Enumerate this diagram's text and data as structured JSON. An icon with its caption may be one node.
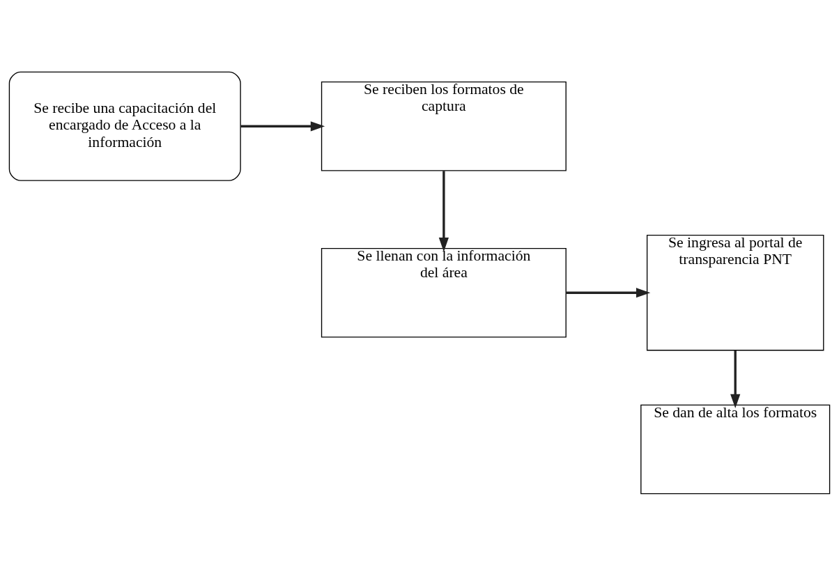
{
  "diagram": {
    "nodes": [
      {
        "text": [
          "Se recibe una capacitación del encargado de Acceso a la información"
        ]
      },
      {
        "text": [
          "Se reciben los formatos de captura"
        ]
      },
      {
        "text": [
          "Se llenan con la información del área"
        ]
      },
      {
        "text": [
          "Se ingresa al portal de transparencia PNT"
        ]
      },
      {
        "text": [
          "Se dan de alta los formatos"
        ]
      }
    ],
    "edges": [
      {
        "from": 0,
        "to": 1,
        "arrow": "to"
      },
      {
        "from": 1,
        "to": 2,
        "arrow": "to"
      },
      {
        "from": 2,
        "to": 3,
        "arrow": "to"
      },
      {
        "from": 3,
        "to": 4,
        "arrow": "to"
      }
    ]
  }
}
